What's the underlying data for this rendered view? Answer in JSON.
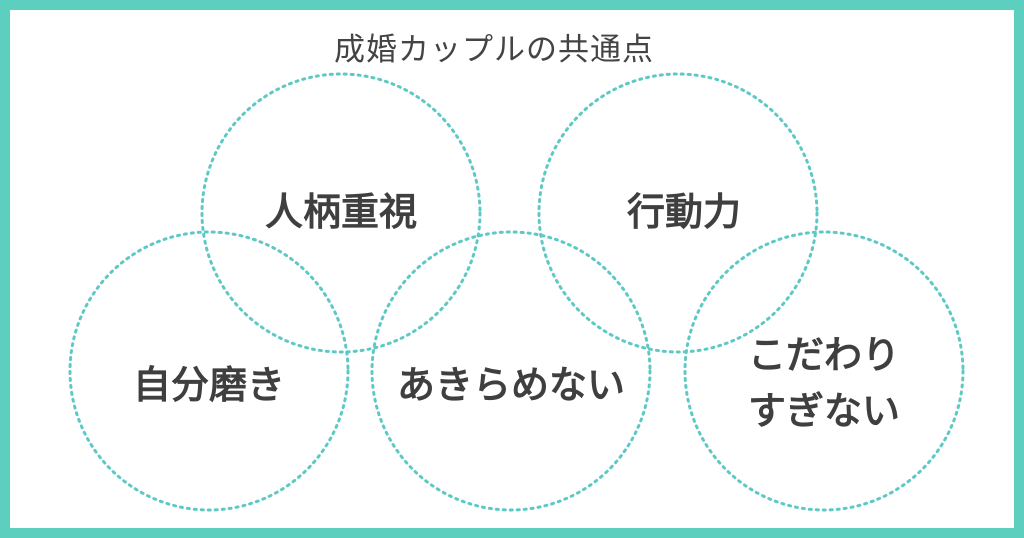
{
  "title": "成婚カップルの共通点",
  "colors": {
    "frame": "#5ccfbf",
    "circle_stroke": "#5ec9c4",
    "label_text": "#3f3f3f"
  },
  "circles": [
    {
      "id": "jinpei",
      "label_lines": [
        "人柄重視"
      ]
    },
    {
      "id": "koudou",
      "label_lines": [
        "行動力"
      ]
    },
    {
      "id": "jibun",
      "label_lines": [
        "自分磨き"
      ]
    },
    {
      "id": "akiramenai",
      "label_lines": [
        "あきらめない"
      ]
    },
    {
      "id": "kodawari",
      "label_lines": [
        "こだわり",
        "すぎない"
      ]
    }
  ]
}
